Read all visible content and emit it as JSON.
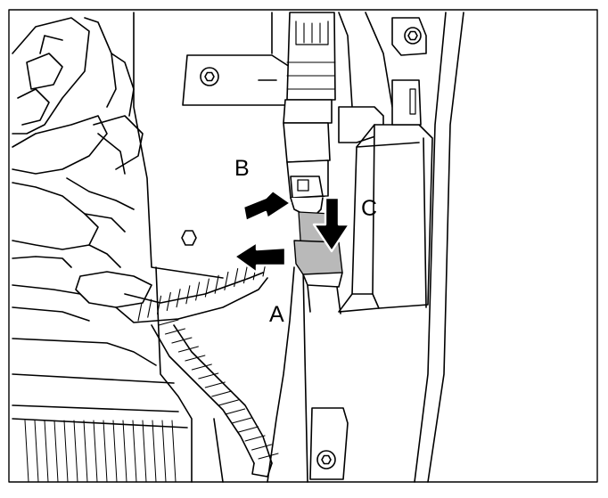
{
  "diagram": {
    "callouts": {
      "a": "A",
      "b": "B",
      "c": "C"
    },
    "colors": {
      "line": "#000000",
      "background": "#ffffff",
      "highlight": "#b9b9b9",
      "arrow": "#000000"
    }
  }
}
